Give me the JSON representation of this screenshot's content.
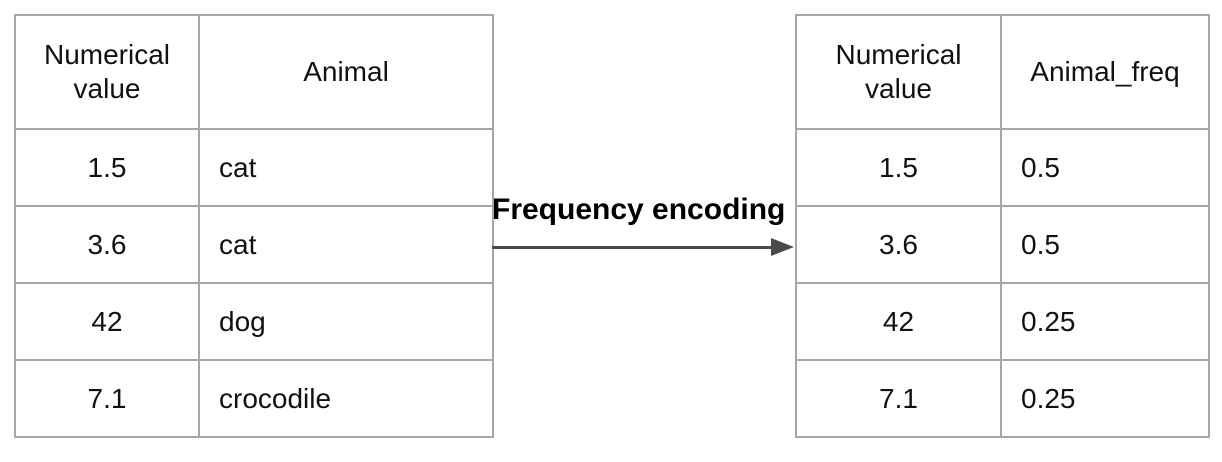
{
  "arrow": {
    "label": "Frequency encoding",
    "color": "#4a4a4a"
  },
  "colors": {
    "table_border": "#a6a6a6",
    "text": "#111111"
  },
  "left_table": {
    "headers": [
      "Numerical value",
      "Animal"
    ],
    "rows": [
      [
        "1.5",
        "cat"
      ],
      [
        "3.6",
        "cat"
      ],
      [
        "42",
        "dog"
      ],
      [
        "7.1",
        "crocodile"
      ]
    ]
  },
  "right_table": {
    "headers": [
      "Numerical value",
      "Animal_freq"
    ],
    "rows": [
      [
        "1.5",
        "0.5"
      ],
      [
        "3.6",
        "0.5"
      ],
      [
        "42",
        "0.25"
      ],
      [
        "7.1",
        "0.25"
      ]
    ]
  }
}
